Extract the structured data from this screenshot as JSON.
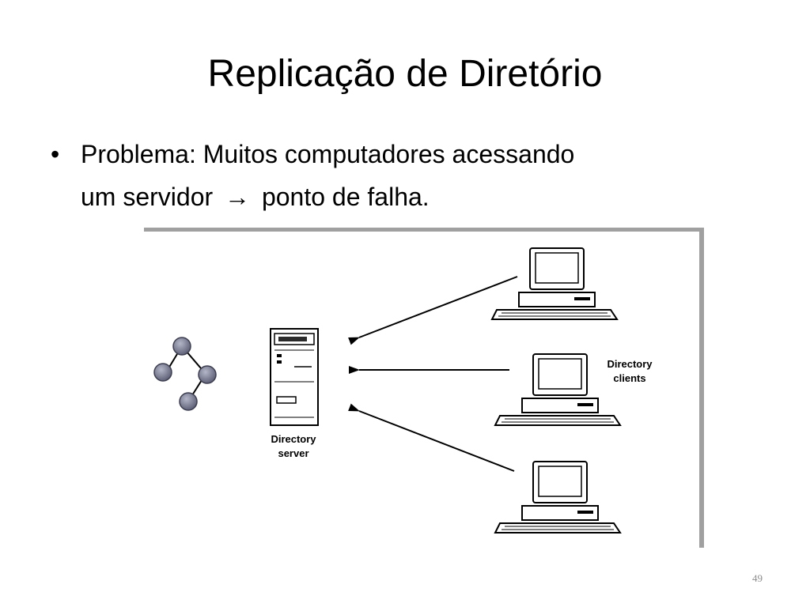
{
  "slide": {
    "title": "Replicação de Diretório",
    "bullet": {
      "symbol": "•",
      "line1": "Problema: Muitos computadores acessando",
      "line2_before": "um servidor",
      "line2_arrow": "→",
      "line2_after": "ponto de falha."
    },
    "page_number": "49"
  },
  "diagram": {
    "server_label_line1": "Directory",
    "server_label_line2": "server",
    "clients_label_line1": "Directory",
    "clients_label_line2": "clients",
    "client_count": 3,
    "tree_node_count": 4,
    "colors": {
      "frame_border": "#a0a0a0",
      "node_fill": "#7d7f96",
      "line": "#000000"
    }
  }
}
